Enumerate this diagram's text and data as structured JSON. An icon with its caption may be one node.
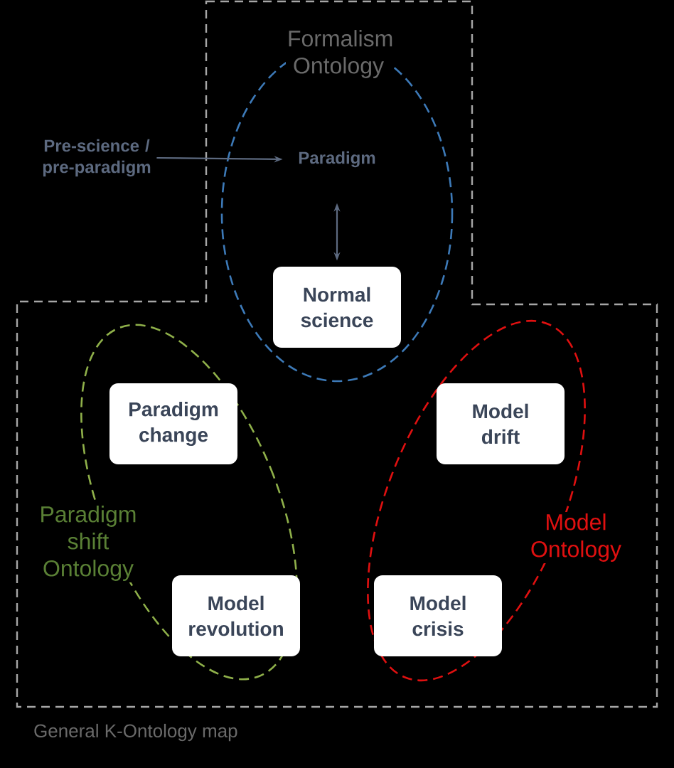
{
  "diagram": {
    "nodes": [
      {
        "text": [
          "General K-Ontology map"
        ]
      },
      {
        "text": [
          "Formalism Ontology"
        ],
        "in": 0
      },
      {
        "text": [
          "Paradigm"
        ],
        "in": 1
      },
      {
        "text": [
          "Pre-science / pre-paradigm"
        ]
      },
      {
        "text": [
          "Normal science"
        ],
        "in": 1
      },
      {
        "text": [
          "Paradigm shift Ontology"
        ],
        "in": 0
      },
      {
        "text": [
          "Paradigm change"
        ],
        "in": 5
      },
      {
        "text": [
          "Model revolution"
        ],
        "in": 5
      },
      {
        "text": [
          "Model Ontology"
        ],
        "in": 0
      },
      {
        "text": [
          "Model drift"
        ],
        "in": 8
      },
      {
        "text": [
          "Model crisis"
        ],
        "in": 8
      }
    ],
    "edges": [
      {
        "from": 3,
        "to": 2,
        "arrow": "to"
      },
      {
        "from": 2,
        "to": 4,
        "arrow": "both"
      }
    ]
  }
}
